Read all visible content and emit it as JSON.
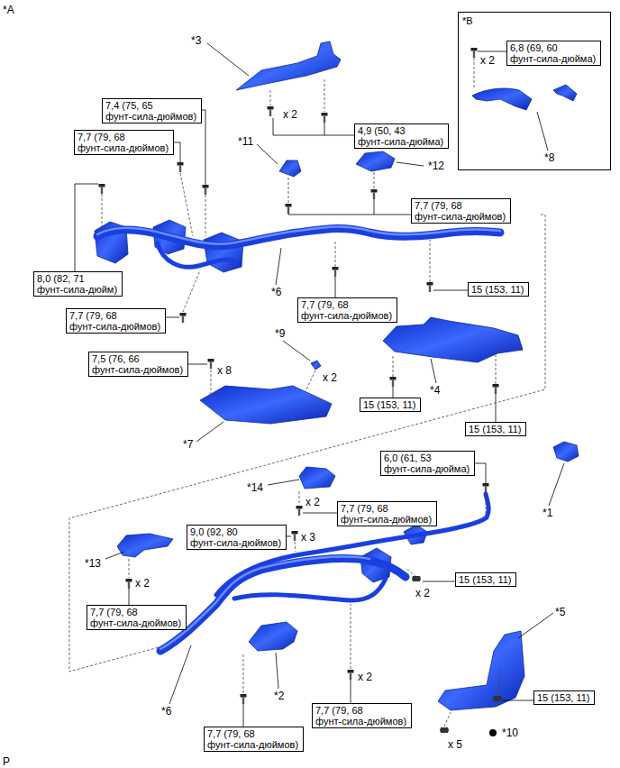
{
  "diagram": {
    "nodes": [
      {
        "text": [
          "*B"
        ]
      },
      {
        "text": [
          "6,8 (69, 60 фунт-сила-дюйма)"
        ],
        "in": 0
      },
      {
        "text": [
          "7,4 (75, 65 фунт-сила-дюймов)"
        ]
      },
      {
        "text": [
          "4,9 (50, 43 фунт-сила-дюйма)"
        ]
      },
      {
        "text": [
          "7,7 (79, 68 фунт-сила-дюймов)"
        ]
      },
      {
        "text": [
          "7,7 (79, 68 фунт-сила-дюймов)"
        ]
      },
      {
        "text": [
          "8,0 (82, 71 фунт-сила-дюйм)"
        ]
      },
      {
        "text": [
          "15 (153, 11)"
        ]
      },
      {
        "text": [
          "7,7 (79, 68 фунт-сила-дюймов)"
        ]
      },
      {
        "text": [
          "7,7 (79, 68 фунт-сила-дюймов)"
        ]
      },
      {
        "text": [
          "7,5 (76, 66 фунт-сила-дюймов)"
        ]
      },
      {
        "text": [
          "15 (153, 11)"
        ]
      },
      {
        "text": [
          "15 (153, 11)"
        ]
      },
      {
        "text": [
          "6,0 (61, 53 фунт-сила-дюйма)"
        ]
      },
      {
        "text": [
          "7,7 (79, 68 фунт-сила-дюймов)"
        ]
      },
      {
        "text": [
          "9,0 (92, 80 фунт-сила-дюймов)"
        ]
      },
      {
        "text": [
          "15 (153, 11)"
        ]
      },
      {
        "text": [
          "7,7 (79, 68 фунт-сила-дюймов)"
        ]
      },
      {
        "text": [
          "15 (153, 11)"
        ]
      },
      {
        "text": [
          "7,7 (79, 68 фунт-сила-дюймов)"
        ]
      },
      {
        "text": [
          "7,7 (79, 68 фунт-сила-дюймов)"
        ]
      }
    ],
    "labels": [
      "*A",
      "*3",
      "x 2",
      "x 2",
      "*8",
      "*11",
      "*12",
      "*6",
      "*9",
      "x 8",
      "x 2",
      "*4",
      "*7",
      "*14",
      "x 2",
      "*1",
      "x 3",
      "*13",
      "x 2",
      "x 2",
      "*5",
      "x 2",
      "*2",
      "*6",
      "*10",
      "x 5",
      "P"
    ]
  }
}
